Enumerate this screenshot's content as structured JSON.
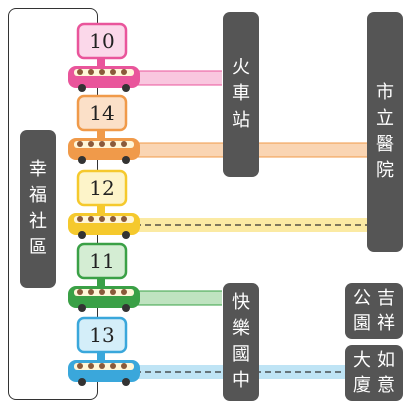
{
  "community": [
    "幸",
    "福",
    "社",
    "區"
  ],
  "destinations": {
    "train_station": [
      "火",
      "車",
      "站"
    ],
    "hospital": [
      "市",
      "立",
      "醫",
      "院"
    ],
    "happy_school": [
      "快",
      "樂",
      "國",
      "中"
    ],
    "jixiang_park": [
      "吉",
      "祥",
      "公",
      "園"
    ],
    "ruyi_mansion": [
      "如",
      "意",
      "大",
      "廈"
    ]
  },
  "routes": [
    {
      "number": "10",
      "color": "#e9559b",
      "light": "#f9c7df",
      "sign": "#fbd8ea"
    },
    {
      "number": "14",
      "color": "#f09a4a",
      "light": "#fad5b3",
      "sign": "#fbe0c8"
    },
    {
      "number": "12",
      "color": "#f5c92d",
      "light": "#fbeaa3",
      "sign": "#fdf4c9"
    },
    {
      "number": "11",
      "color": "#3aa046",
      "light": "#bfe3c0",
      "sign": "#d4edd3"
    },
    {
      "number": "13",
      "color": "#3aa7db",
      "light": "#bfe4f5",
      "sign": "#d4eef9"
    }
  ]
}
